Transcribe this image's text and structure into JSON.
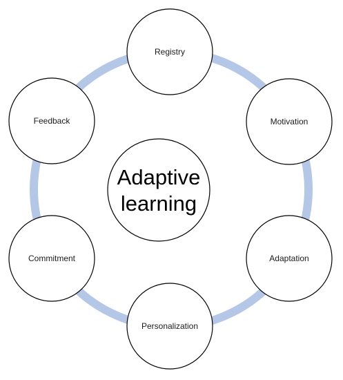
{
  "colors": {
    "ring": "#b4c7e7",
    "circle_stroke": "#000000",
    "circle_fill": "#ffffff"
  },
  "center": {
    "line1": "Adaptive",
    "line2": "learning"
  },
  "nodes": [
    {
      "label": "Registry"
    },
    {
      "label": "Motivation"
    },
    {
      "label": "Adaptation"
    },
    {
      "label": "Personalization"
    },
    {
      "label": "Commitment"
    },
    {
      "label": "Feedback"
    }
  ]
}
